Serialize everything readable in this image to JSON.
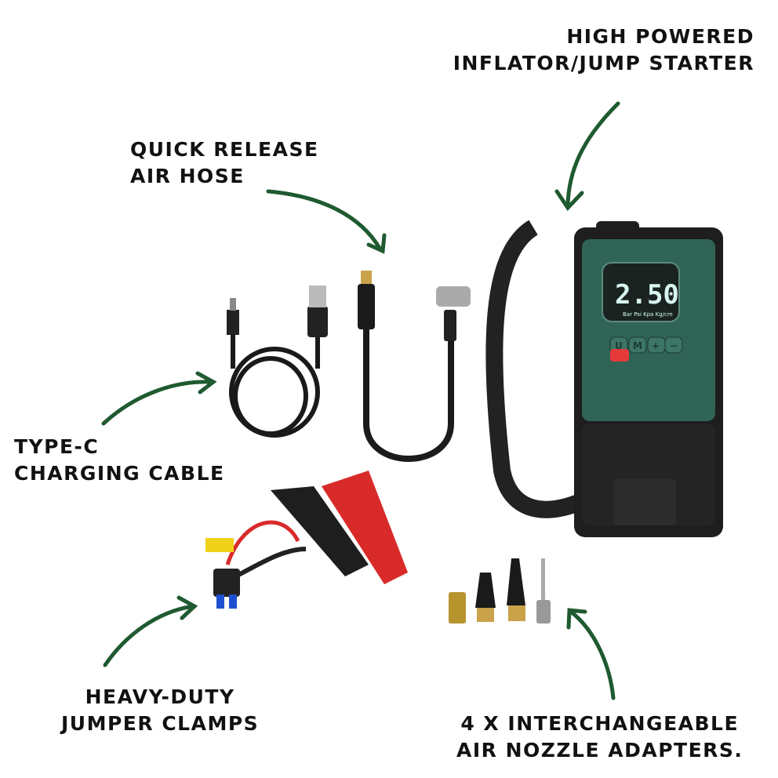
{
  "labels": {
    "inflator": [
      "HIGH POWERED",
      "INFLATOR/JUMP STARTER"
    ],
    "hose": [
      "QUICK RELEASE",
      "AIR HOSE"
    ],
    "cable": [
      "TYPE-C",
      "CHARGING CABLE"
    ],
    "clamps": [
      "HEAVY-DUTY",
      "JUMPER CLAMPS"
    ],
    "nozzles": [
      "4 X INTERCHANGEABLE",
      "AIR NOZZLE ADAPTERS."
    ]
  },
  "device_screen": {
    "reading": "2.50",
    "units": "Bar Psi Kpa Kg/cm",
    "buttons": [
      "U",
      "M",
      "+",
      "−"
    ]
  },
  "colors": {
    "arrow": "#1f5a30",
    "device": "#2f6456",
    "clamp_red": "#d92a2a"
  }
}
